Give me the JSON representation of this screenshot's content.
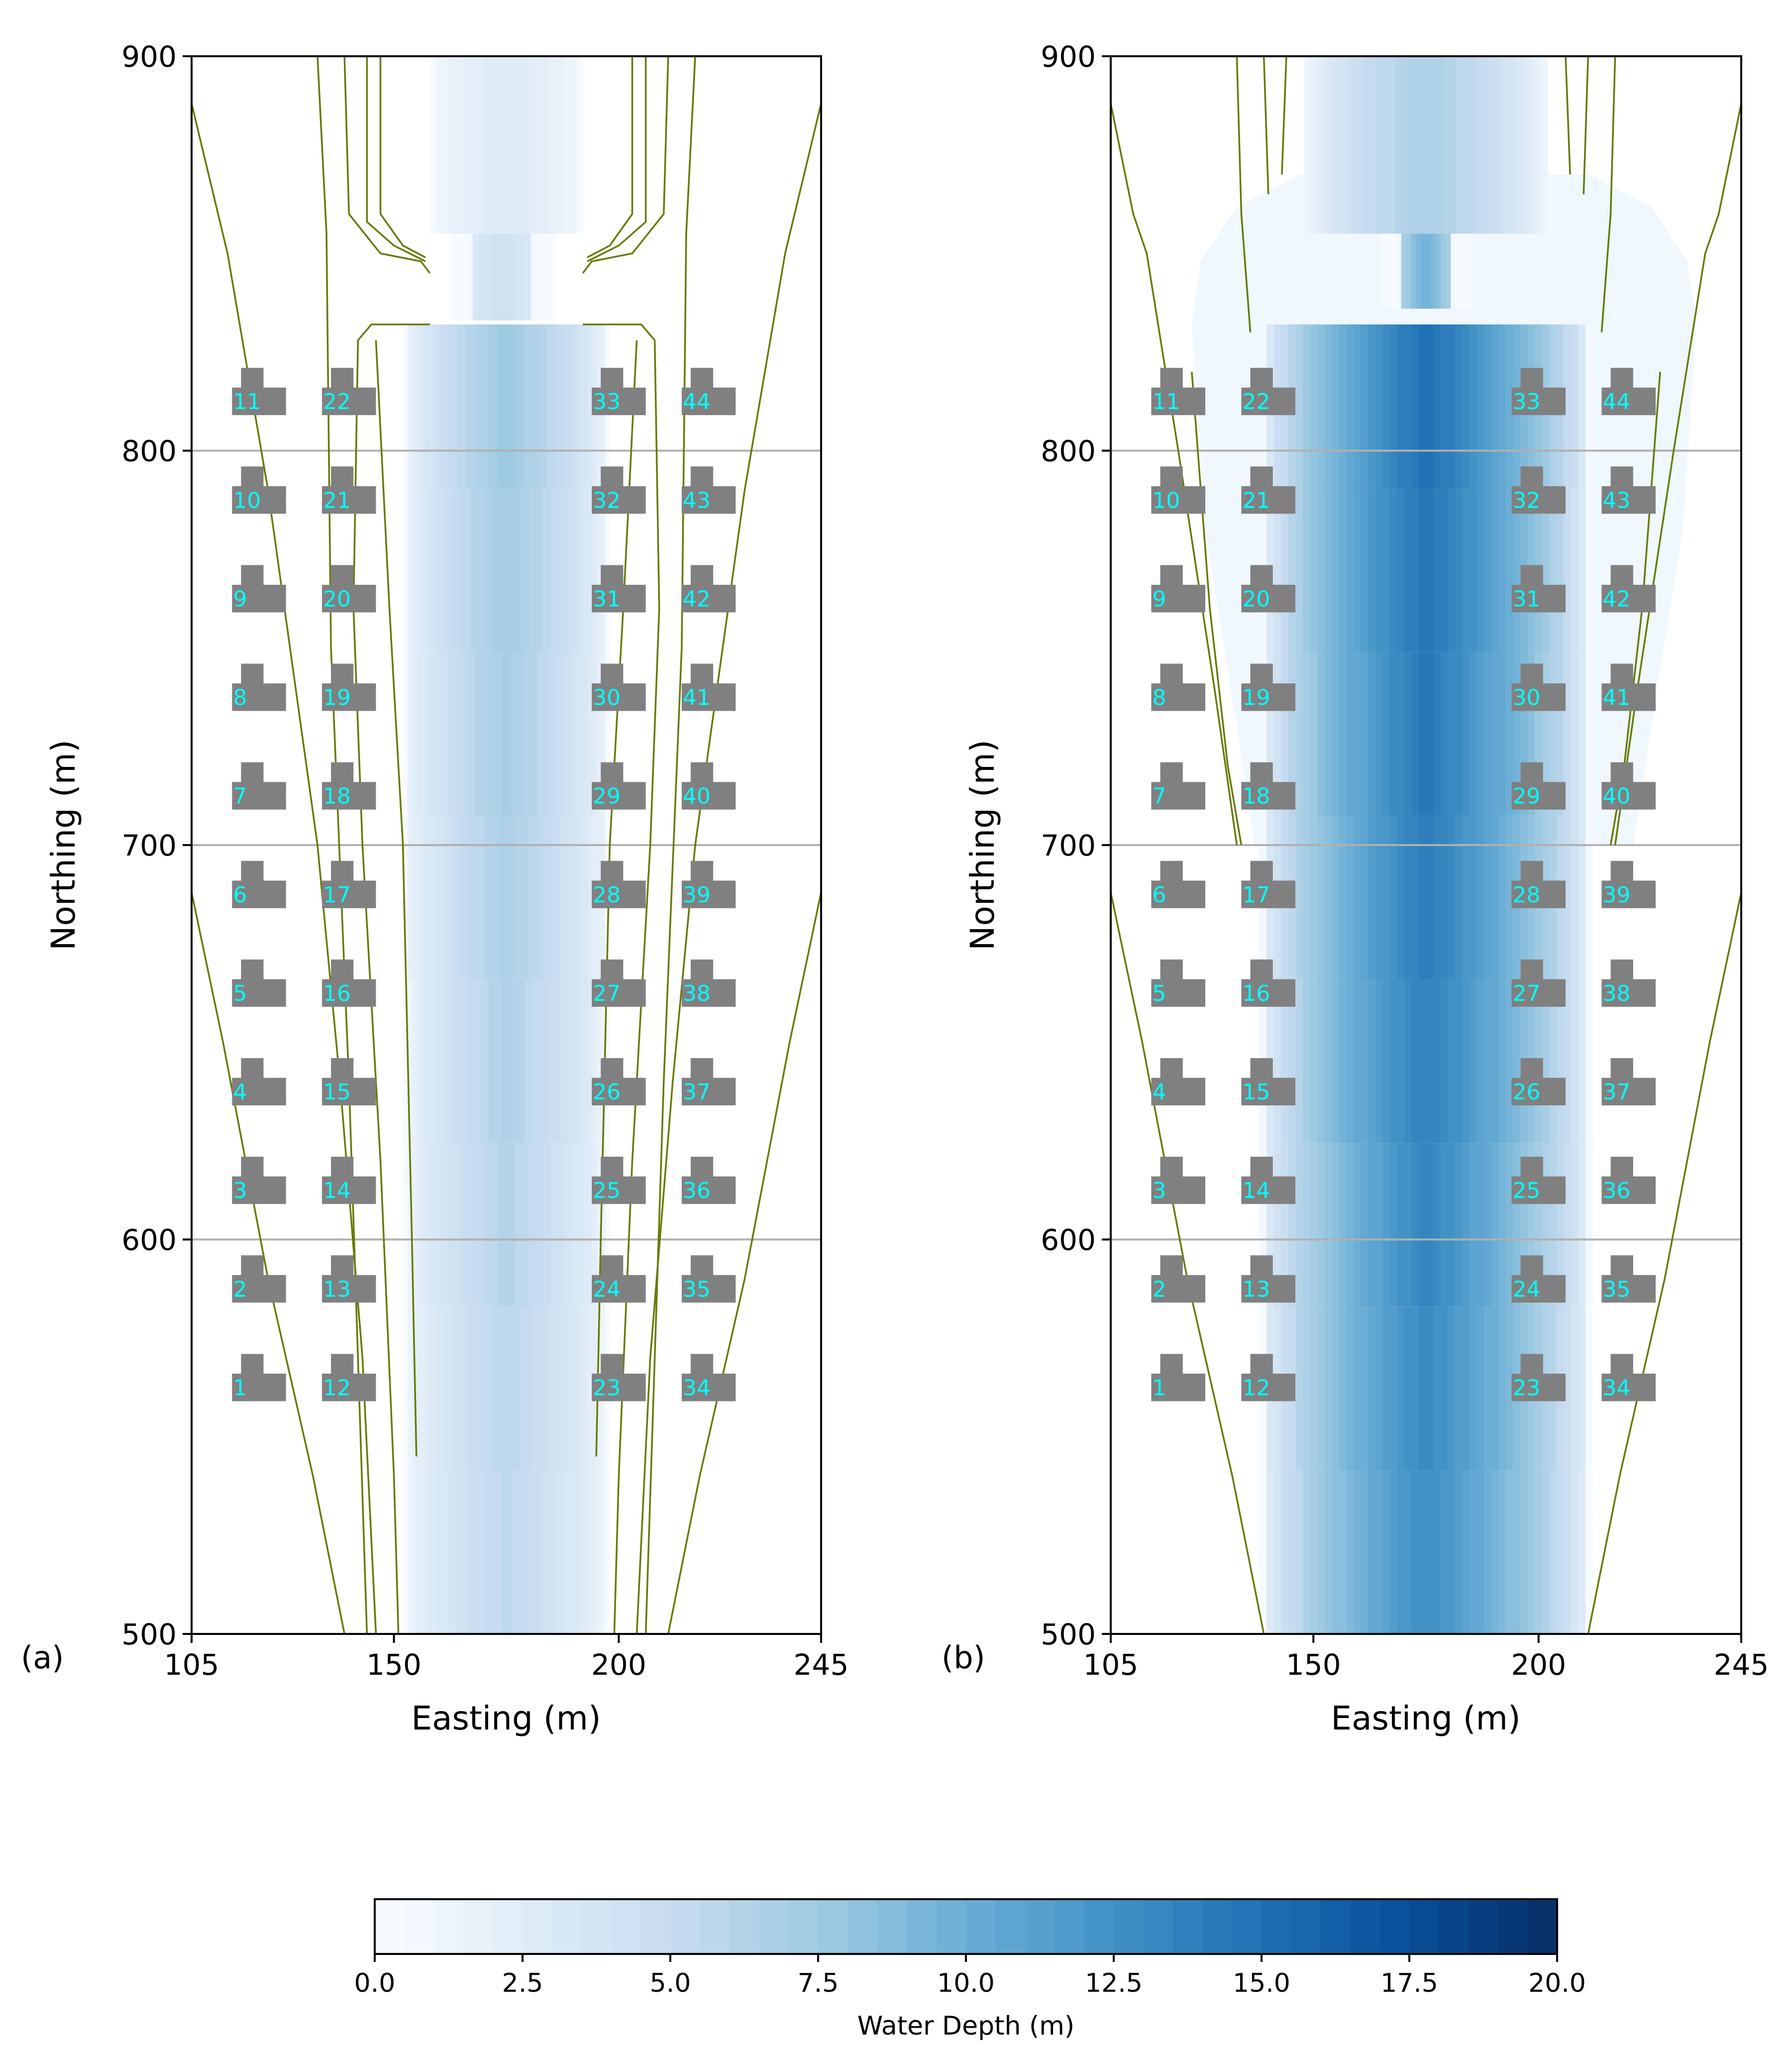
{
  "chart_data": [
    {
      "type": "heatmap",
      "panel_label": "(a)",
      "xlabel": "Easting (m)",
      "ylabel": "Northing (m)",
      "xlim": [
        105,
        245
      ],
      "ylim": [
        500,
        900
      ],
      "xticks": [
        105,
        150,
        200,
        245
      ],
      "yticks": [
        500,
        600,
        700,
        800,
        900
      ],
      "grid": "horizontal gridlines at 600, 700, 800",
      "field": {
        "quantity": "Water Depth (m)",
        "channel_upper": {
          "x_range": [
            158,
            192
          ],
          "y_range": [
            855,
            900
          ],
          "depth_peak": 3.0
        },
        "channel_narrow": {
          "x_range": [
            167,
            181
          ],
          "y_range": [
            833,
            855
          ],
          "depth_peak": 4.5
        },
        "channel_main": {
          "x_range": [
            152,
            198
          ],
          "y_range": [
            500,
            832
          ],
          "depth_center_top": 8.0,
          "depth_center_bottom": 5.5
        }
      },
      "contours": {
        "color": "#667a00",
        "left": [
          [
            [
              105,
              888
            ],
            [
              113,
              850
            ],
            [
              122,
              790
            ],
            [
              133,
              700
            ],
            [
              138,
              640
            ],
            [
              143,
              570
            ],
            [
              146,
              500
            ]
          ],
          [
            [
              105,
              688
            ],
            [
              112,
              650
            ],
            [
              122,
              590
            ],
            [
              132,
              540
            ],
            [
              139,
              500
            ]
          ],
          [
            [
              133,
              900
            ],
            [
              135,
              855
            ],
            [
              136,
              750
            ],
            [
              140,
              640
            ],
            [
              144,
              500
            ]
          ],
          [
            [
              139,
              900
            ],
            [
              140,
              860
            ],
            [
              147,
              850
            ],
            [
              156,
              848
            ],
            [
              158,
              845
            ]
          ],
          [
            [
              144,
              900
            ],
            [
              144,
              858
            ],
            [
              150,
              852
            ],
            [
              157,
              848
            ]
          ],
          [
            [
              147,
              900
            ],
            [
              147,
              860
            ],
            [
              152,
              852
            ],
            [
              157,
              849
            ]
          ],
          [
            [
              142,
              828
            ],
            [
              145,
              832
            ],
            [
              150,
              832
            ],
            [
              158,
              832
            ]
          ],
          [
            [
              142,
              828
            ],
            [
              141,
              760
            ],
            [
              143,
              700
            ],
            [
              147,
              620
            ],
            [
              150,
              540
            ],
            [
              151,
              500
            ]
          ],
          [
            [
              146,
              828
            ],
            [
              149,
              760
            ],
            [
              152,
              700
            ],
            [
              154,
              600
            ],
            [
              155,
              545
            ]
          ]
        ],
        "right": [
          [
            [
              245,
              888
            ],
            [
              237,
              850
            ],
            [
              228,
              790
            ],
            [
              217,
              700
            ],
            [
              212,
              640
            ],
            [
              207,
              570
            ],
            [
              204,
              500
            ]
          ],
          [
            [
              245,
              688
            ],
            [
              238,
              650
            ],
            [
              228,
              590
            ],
            [
              218,
              540
            ],
            [
              211,
              500
            ]
          ],
          [
            [
              217,
              900
            ],
            [
              215,
              855
            ],
            [
              214,
              750
            ],
            [
              210,
              640
            ],
            [
              206,
              500
            ]
          ],
          [
            [
              211,
              900
            ],
            [
              210,
              860
            ],
            [
              203,
              850
            ],
            [
              194,
              848
            ],
            [
              192,
              845
            ]
          ],
          [
            [
              206,
              900
            ],
            [
              206,
              858
            ],
            [
              200,
              852
            ],
            [
              193,
              848
            ]
          ],
          [
            [
              203,
              900
            ],
            [
              203,
              860
            ],
            [
              198,
              852
            ],
            [
              193,
              849
            ]
          ],
          [
            [
              208,
              828
            ],
            [
              205,
              832
            ],
            [
              200,
              832
            ],
            [
              192,
              832
            ]
          ],
          [
            [
              208,
              828
            ],
            [
              209,
              760
            ],
            [
              207,
              700
            ],
            [
              203,
              620
            ],
            [
              200,
              540
            ],
            [
              199,
              500
            ]
          ],
          [
            [
              204,
              828
            ],
            [
              201,
              760
            ],
            [
              198,
              700
            ],
            [
              196,
              600
            ],
            [
              195,
              545
            ]
          ]
        ]
      }
    },
    {
      "type": "heatmap",
      "panel_label": "(b)",
      "xlabel": "Easting (m)",
      "ylabel": "Northing (m)",
      "xlim": [
        105,
        245
      ],
      "ylim": [
        500,
        900
      ],
      "xticks": [
        105,
        150,
        200,
        245
      ],
      "yticks": [
        500,
        600,
        700,
        800,
        900
      ],
      "grid": "horizontal gridlines at 600, 700, 800",
      "field": {
        "quantity": "Water Depth (m)",
        "channel_upper": {
          "x_range": [
            148,
            202
          ],
          "y_range": [
            855,
            900
          ],
          "depth_peak": 7.0
        },
        "channel_narrow": {
          "x_range": [
            170,
            180
          ],
          "y_range": [
            836,
            855
          ],
          "depth_peak": 10.0
        },
        "channel_main": {
          "x_range": [
            138,
            212
          ],
          "y_range": [
            500,
            832
          ],
          "depth_center_top": 15.5,
          "depth_center_bottom": 13.0
        },
        "spill": {
          "x_range": [
            123,
            235
          ],
          "y_range": [
            700,
            870
          ]
        }
      },
      "contours": {
        "color": "#667a00",
        "left": [
          [
            [
              105,
              888
            ],
            [
              110,
              860
            ],
            [
              113,
              850
            ],
            [
              120,
              800
            ],
            [
              128,
              740
            ],
            [
              133,
              700
            ]
          ],
          [
            [
              133,
              900
            ],
            [
              134,
              860
            ],
            [
              136,
              830
            ]
          ],
          [
            [
              139,
              900
            ],
            [
              140,
              865
            ]
          ],
          [
            [
              144,
              900
            ],
            [
              143,
              870
            ]
          ],
          [
            [
              105,
              688
            ],
            [
              112,
              650
            ],
            [
              122,
              590
            ],
            [
              132,
              540
            ],
            [
              139,
              500
            ]
          ],
          [
            [
              123,
              820
            ],
            [
              127,
              760
            ],
            [
              131,
              720
            ],
            [
              134,
              700
            ]
          ]
        ],
        "right": [
          [
            [
              245,
              888
            ],
            [
              240,
              860
            ],
            [
              237,
              850
            ],
            [
              230,
              800
            ],
            [
              222,
              740
            ],
            [
              217,
              700
            ]
          ],
          [
            [
              217,
              900
            ],
            [
              216,
              860
            ],
            [
              214,
              830
            ]
          ],
          [
            [
              211,
              900
            ],
            [
              210,
              865
            ]
          ],
          [
            [
              206,
              900
            ],
            [
              207,
              870
            ]
          ],
          [
            [
              245,
              688
            ],
            [
              238,
              650
            ],
            [
              228,
              590
            ],
            [
              218,
              540
            ],
            [
              211,
              500
            ]
          ],
          [
            [
              227,
              820
            ],
            [
              223,
              760
            ],
            [
              219,
              720
            ],
            [
              216,
              700
            ]
          ]
        ]
      }
    }
  ],
  "buildings": {
    "color": "#808080",
    "label_color": "#00ffff",
    "columns_x": [
      120,
      140,
      200,
      220
    ],
    "rows_y": [
      565,
      590,
      615,
      640,
      665,
      690,
      715,
      740,
      765,
      790,
      815
    ],
    "labels": [
      [
        "1",
        "2",
        "3",
        "4",
        "5",
        "6",
        "7",
        "8",
        "9",
        "10",
        "11"
      ],
      [
        "12",
        "13",
        "14",
        "15",
        "16",
        "17",
        "18",
        "19",
        "20",
        "21",
        "22"
      ],
      [
        "23",
        "24",
        "25",
        "26",
        "27",
        "28",
        "29",
        "30",
        "31",
        "32",
        "33"
      ],
      [
        "34",
        "35",
        "36",
        "37",
        "38",
        "39",
        "40",
        "41",
        "42",
        "43",
        "44"
      ]
    ]
  },
  "colorbar": {
    "label": "Water Depth (m)",
    "range": [
      0,
      20
    ],
    "ticks": [
      "0.0",
      "2.5",
      "5.0",
      "7.5",
      "10.0",
      "12.5",
      "15.0",
      "17.5",
      "20.0"
    ],
    "levels": 40,
    "colormap": "Blues",
    "colormap_stops": [
      "#f7fbff",
      "#deebf7",
      "#c6dbef",
      "#9ecae1",
      "#6baed6",
      "#4292c6",
      "#2171b5",
      "#08519c",
      "#08306b"
    ]
  }
}
